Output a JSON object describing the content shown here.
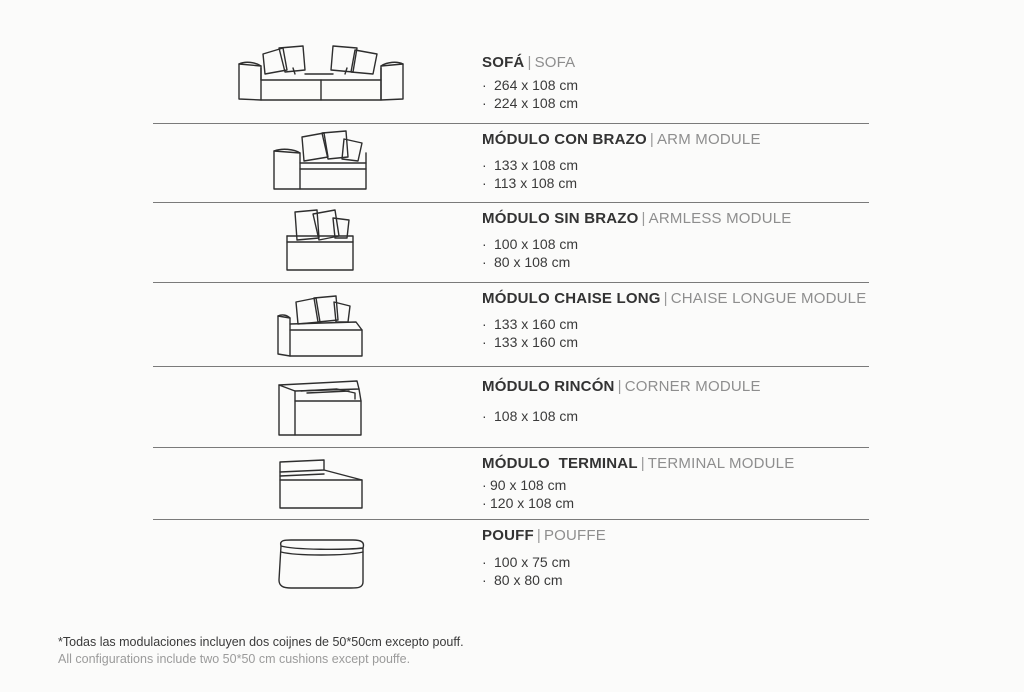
{
  "products": [
    {
      "name_es": "SOFÁ",
      "separator": "|",
      "name_en": "SOFA",
      "dimensions": [
        "264 x 108 cm",
        "224 x 108 cm"
      ],
      "icon": "sofa-icon"
    },
    {
      "name_es": "MÓDULO CON BRAZO",
      "separator": "|",
      "name_en": "ARM MODULE",
      "dimensions": [
        "133 x 108 cm",
        "113 x 108 cm"
      ],
      "icon": "arm-module-icon"
    },
    {
      "name_es": "MÓDULO SIN BRAZO",
      "separator": "|",
      "name_en": "ARMLESS MODULE",
      "dimensions": [
        "100 x 108 cm",
        "80 x 108 cm"
      ],
      "icon": "armless-module-icon"
    },
    {
      "name_es": "MÓDULO CHAISE LONG",
      "separator": "|",
      "name_en": "CHAISE LONGUE MODULE",
      "dimensions": [
        "133 x 160 cm",
        "133 x 160 cm"
      ],
      "icon": "chaise-longue-module-icon"
    },
    {
      "name_es": "MÓDULO RINCÓN",
      "separator": "|",
      "name_en": "CORNER MODULE",
      "dimensions": [
        "108 x 108 cm"
      ],
      "icon": "corner-module-icon"
    },
    {
      "name_es": "MÓDULO  TERMINAL",
      "separator": "|",
      "name_en": "TERMINAL MODULE",
      "dimensions": [
        "90 x 108 cm",
        "120 x 108 cm"
      ],
      "icon": "terminal-module-icon"
    },
    {
      "name_es": "POUFF",
      "separator": "|",
      "name_en": "POUFFE",
      "dimensions": [
        "100 x 75 cm",
        "80 x 80 cm"
      ],
      "icon": "pouffe-icon"
    }
  ],
  "bullet": "·",
  "footnote": {
    "es": "*Todas las modulaciones incluyen dos coijnes de 50*50cm excepto  pouff.",
    "en": "All configurations include two 50*50 cm cushions except pouffe."
  },
  "colors": {
    "text": "#3a3a3a",
    "secondary_text": "#8e8e8e",
    "divider": "#7a7a7a",
    "background": "#fbfbfa"
  }
}
